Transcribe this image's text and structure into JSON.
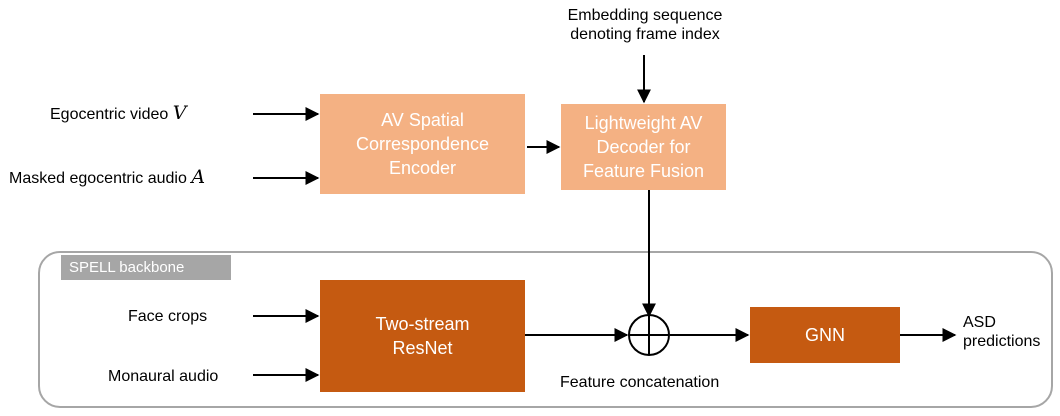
{
  "inputs": {
    "ego_video": "Egocentric video",
    "ego_video_var": "V",
    "masked_audio": "Masked egocentric audio",
    "masked_audio_var": "A",
    "face_crops": "Face crops",
    "monaural_audio": "Monaural audio"
  },
  "embedding_label": {
    "line1": "Embedding sequence",
    "line2": "denoting frame index"
  },
  "boxes": {
    "encoder": [
      "AV Spatial",
      "Correspondence",
      "Encoder"
    ],
    "decoder": [
      "Lightweight AV",
      "Decoder for",
      "Feature Fusion"
    ],
    "resnet": [
      "Two-stream",
      "ResNet"
    ],
    "gnn": "GNN"
  },
  "backbone_label": "SPELL backbone",
  "concat_label": "Feature concatenation",
  "output": {
    "line1": "ASD",
    "line2": "predictions"
  },
  "colors": {
    "light_box": "#f4b183",
    "dark_box": "#c55a11",
    "backbone_border": "#a6a6a6"
  }
}
